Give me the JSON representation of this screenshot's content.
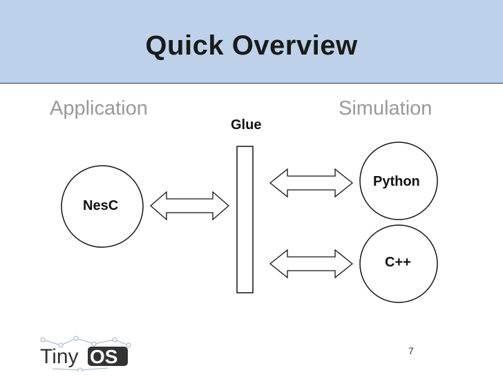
{
  "slide": {
    "title": "Quick Overview",
    "page_number": "7"
  },
  "diagram": {
    "application_label": "Application",
    "simulation_label": "Simulation",
    "glue_label": "Glue",
    "nodes": {
      "nesc": "NesC",
      "python": "Python",
      "cpp": "C++"
    }
  },
  "logo": {
    "text_prefix": "Tiny",
    "text_suffix": "OS"
  },
  "colors": {
    "header_bg": "#bdd2ea",
    "label_gray": "#999999",
    "ink": "#111111"
  }
}
